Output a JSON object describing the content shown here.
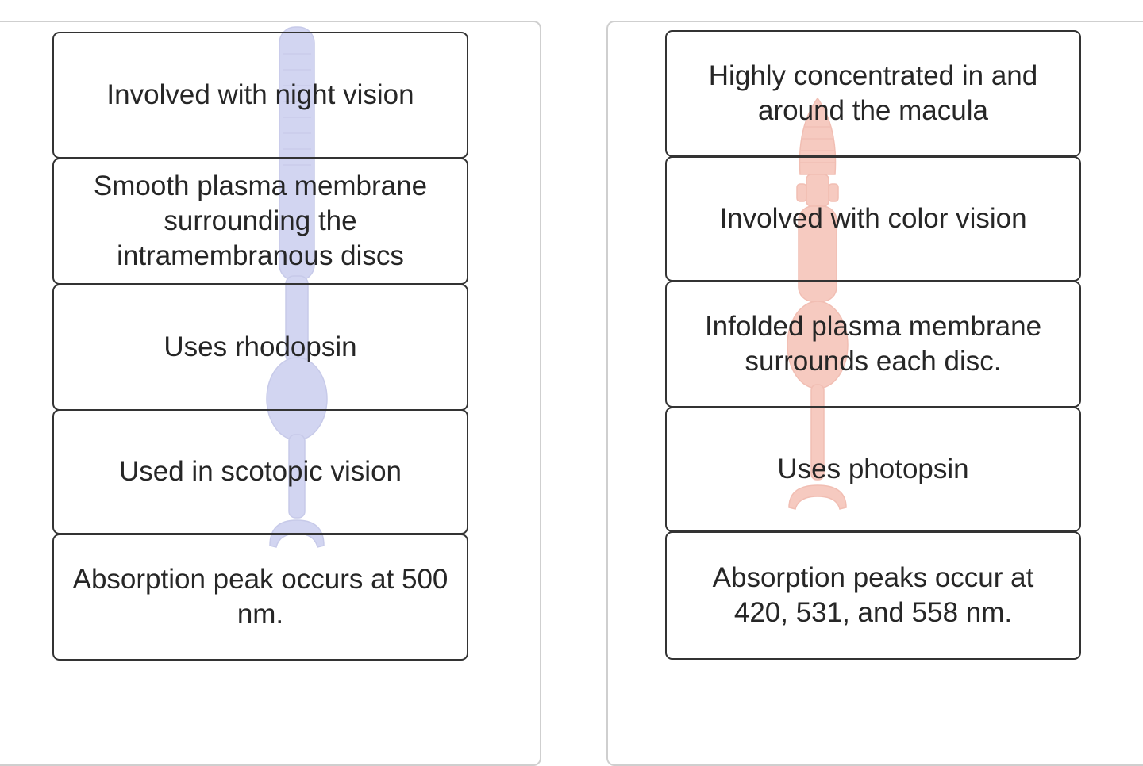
{
  "colors": {
    "rod": "#aeb3e6",
    "cone": "#f0a08e",
    "card_border": "#333333",
    "panel_border": "#cfcfcf",
    "text": "#262626"
  },
  "rod_column": {
    "icon": "rod-cell-illustration",
    "cards": [
      "Involved with night vision",
      "Smooth plasma membrane surrounding the intramembranous discs",
      "Uses rhodopsin",
      "Used in scotopic vision",
      "Absorption peak occurs at 500 nm."
    ]
  },
  "cone_column": {
    "icon": "cone-cell-illustration",
    "cards": [
      "Highly concentrated in and around the macula",
      "Involved with color vision",
      "Infolded plasma membrane surrounds each disc.",
      "Uses photopsin",
      "Absorption peaks occur at 420, 531, and 558 nm."
    ]
  }
}
